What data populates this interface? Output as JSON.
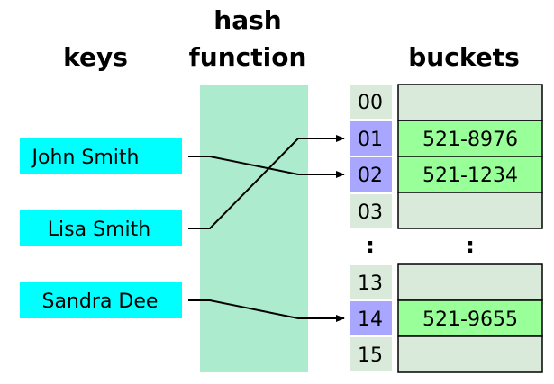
{
  "headers": {
    "keys": "keys",
    "hash_line1": "hash",
    "hash_line2": "function",
    "buckets": "buckets"
  },
  "keys": [
    "John Smith",
    "Lisa Smith",
    "Sandra Dee"
  ],
  "bucket_group_top": [
    {
      "index": "00",
      "value": "",
      "highlighted": false
    },
    {
      "index": "01",
      "value": "521-8976",
      "highlighted": true
    },
    {
      "index": "02",
      "value": "521-1234",
      "highlighted": true
    },
    {
      "index": "03",
      "value": "",
      "highlighted": false
    }
  ],
  "bucket_group_bottom": [
    {
      "index": "13",
      "value": "",
      "highlighted": false
    },
    {
      "index": "14",
      "value": "521-9655",
      "highlighted": true
    },
    {
      "index": "15",
      "value": "",
      "highlighted": false
    }
  ],
  "ellipsis": ":",
  "mappings": [
    {
      "key": "John Smith",
      "bucket": "02"
    },
    {
      "key": "Lisa Smith",
      "bucket": "01"
    },
    {
      "key": "Sandra Dee",
      "bucket": "14"
    }
  ],
  "colors": {
    "key_fill": "#00ffff",
    "hash_fill": "#adebce",
    "index_fill": "#d9eadb",
    "index_highlight_fill": "#a8a6ff",
    "bucket_empty_fill": "#d9eadb",
    "bucket_filled_fill": "#99ff99"
  }
}
